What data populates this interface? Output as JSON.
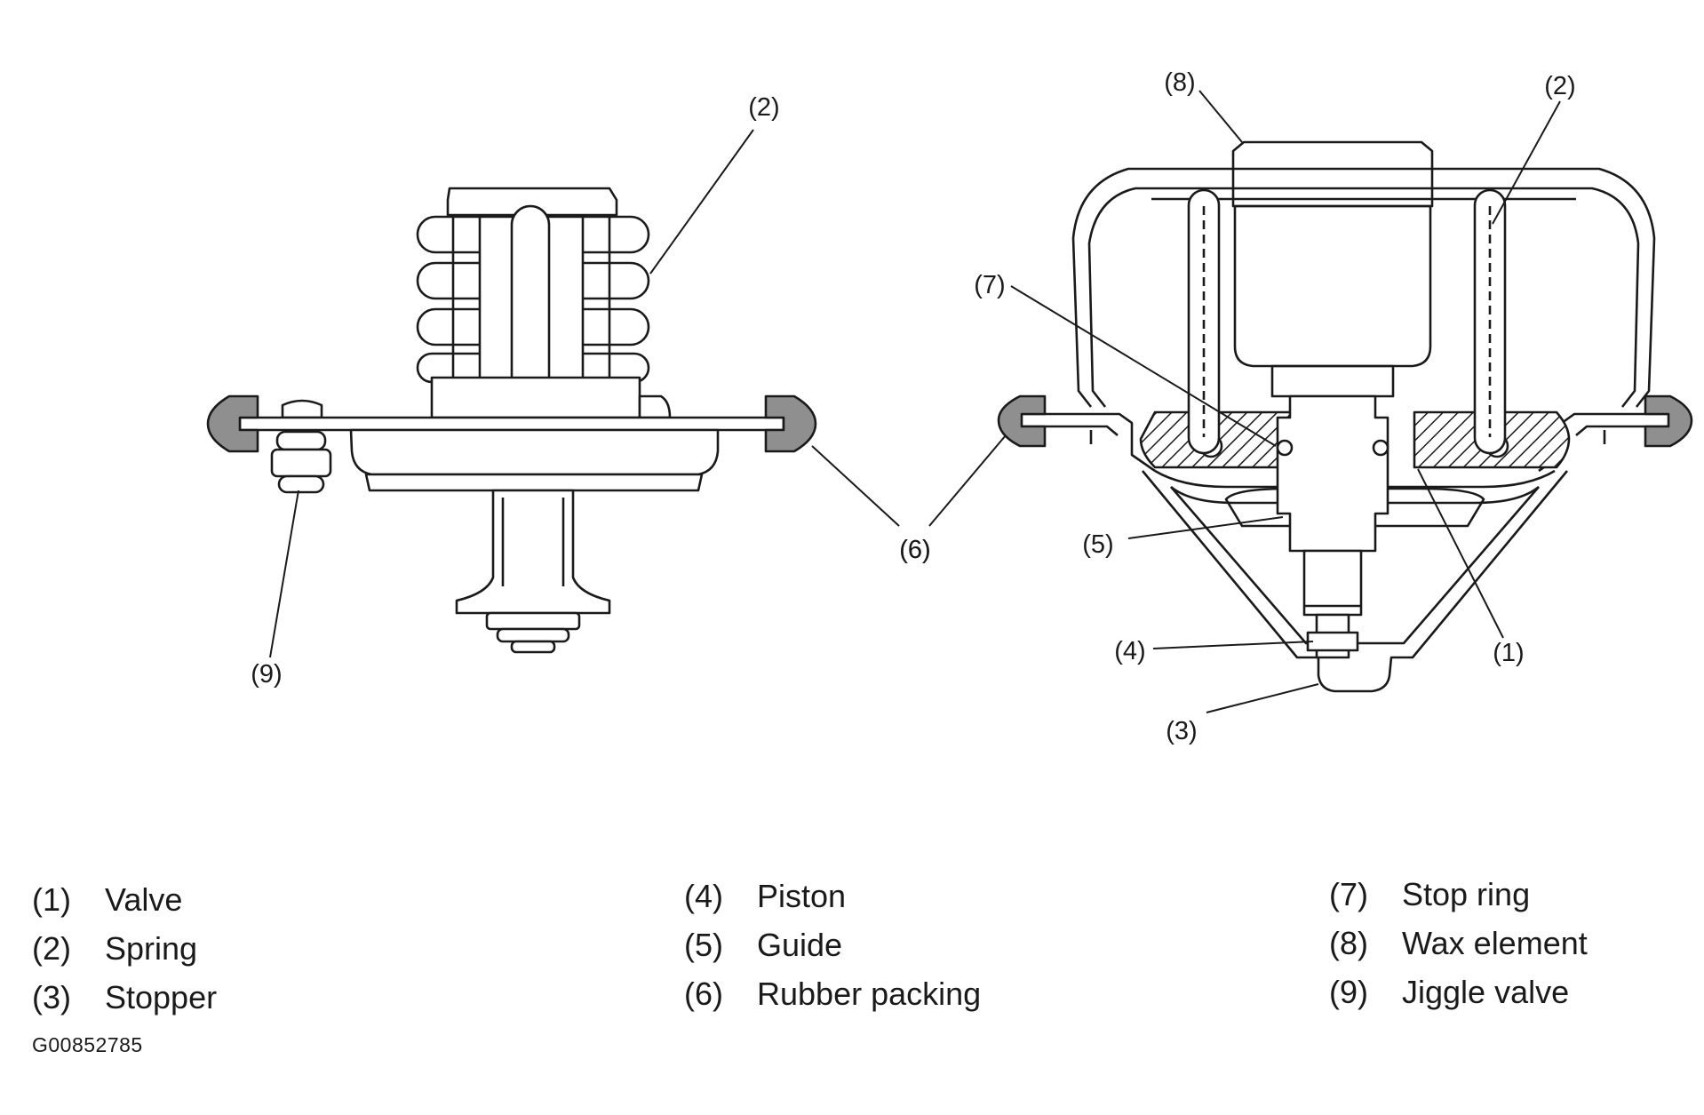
{
  "diagram": {
    "callouts": {
      "left_2": "(2)",
      "left_6": "(6)",
      "left_9": "(9)",
      "right_8": "(8)",
      "right_2": "(2)",
      "right_7": "(7)",
      "right_6": "(6)",
      "right_5": "(5)",
      "right_1": "(1)",
      "right_4": "(4)",
      "right_3": "(3)"
    },
    "colors": {
      "line": "#1a1a1a",
      "rubber_packing_fill": "#8f8f8f",
      "hatch": "#1a1a1a",
      "background": "#ffffff"
    }
  },
  "legend": {
    "columns": [
      {
        "items": [
          {
            "num": "(1)",
            "label": "Valve"
          },
          {
            "num": "(2)",
            "label": "Spring"
          },
          {
            "num": "(3)",
            "label": "Stopper"
          }
        ]
      },
      {
        "items": [
          {
            "num": "(4)",
            "label": "Piston"
          },
          {
            "num": "(5)",
            "label": "Guide"
          },
          {
            "num": "(6)",
            "label": "Rubber packing"
          }
        ]
      },
      {
        "items": [
          {
            "num": "(7)",
            "label": "Stop ring"
          },
          {
            "num": "(8)",
            "label": "Wax element"
          },
          {
            "num": "(9)",
            "label": "Jiggle valve"
          }
        ]
      }
    ]
  },
  "figure_id": "G00852785"
}
